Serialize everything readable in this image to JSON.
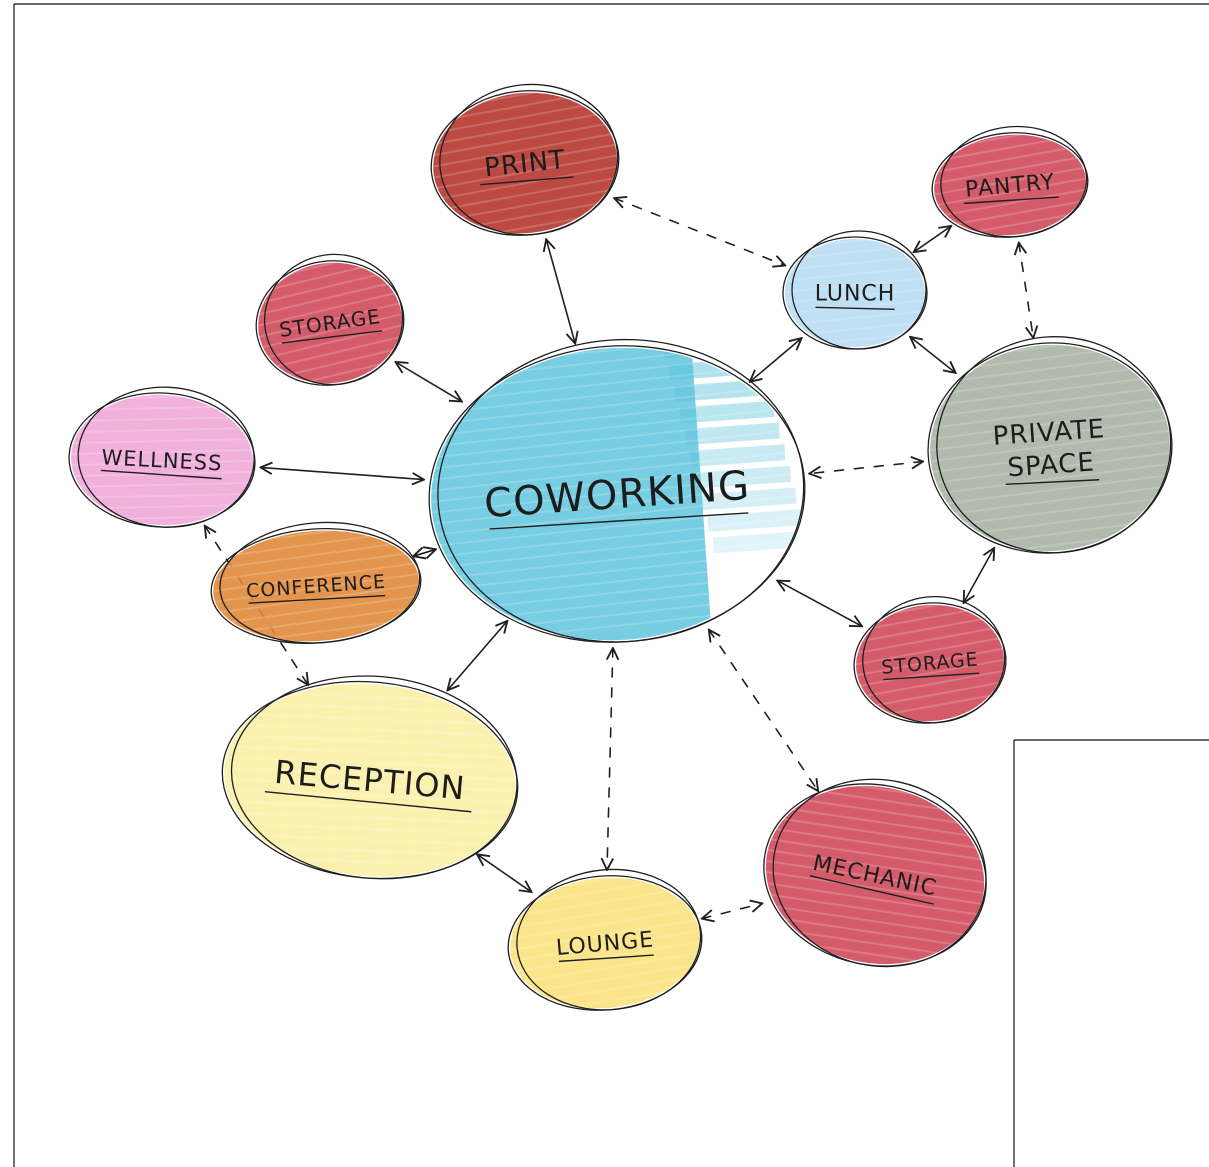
{
  "diagram": {
    "nodes": [
      {
        "id": "coworking",
        "label": "COWORKING",
        "lines": [
          "COWORKING"
        ],
        "color": "#5fc4dd"
      },
      {
        "id": "print",
        "label": "PRINT",
        "lines": [
          "PRINT"
        ],
        "color": "#b5362e"
      },
      {
        "id": "pantry",
        "label": "PANTRY",
        "lines": [
          "PANTRY"
        ],
        "color": "#cf4a5a"
      },
      {
        "id": "lunch",
        "label": "LUNCH",
        "lines": [
          "LUNCH"
        ],
        "color": "#b8dcf4"
      },
      {
        "id": "storage-1",
        "label": "STORAGE",
        "lines": [
          "STORAGE"
        ],
        "color": "#cf4a5a"
      },
      {
        "id": "wellness",
        "label": "WELLNESS",
        "lines": [
          "WELLNESS"
        ],
        "color": "#f0a8d8"
      },
      {
        "id": "private",
        "label": "PRIVATE SPACE",
        "lines": [
          "PRIVATE",
          "SPACE"
        ],
        "color": "#a7b3a4"
      },
      {
        "id": "conference",
        "label": "CONFERENCE",
        "lines": [
          "CONFERENCE"
        ],
        "color": "#e0883a"
      },
      {
        "id": "storage-2",
        "label": "STORAGE",
        "lines": [
          "STORAGE"
        ],
        "color": "#cf4a5a"
      },
      {
        "id": "reception",
        "label": "RECEPTION",
        "lines": [
          "RECEPTION"
        ],
        "color": "#fbf0a6"
      },
      {
        "id": "mechanic",
        "label": "MECHANIC",
        "lines": [
          "MECHANIC"
        ],
        "color": "#cf4a5a"
      },
      {
        "id": "lounge",
        "label": "LOUNGE",
        "lines": [
          "LOUNGE"
        ],
        "color": "#fbe27e"
      }
    ],
    "connections": [
      {
        "from": "print",
        "to": "coworking",
        "style": "solid"
      },
      {
        "from": "print",
        "to": "lunch",
        "style": "dashed"
      },
      {
        "from": "lunch",
        "to": "pantry",
        "style": "solid"
      },
      {
        "from": "lunch",
        "to": "coworking",
        "style": "solid"
      },
      {
        "from": "lunch",
        "to": "private",
        "style": "solid"
      },
      {
        "from": "pantry",
        "to": "private",
        "style": "dashed"
      },
      {
        "from": "storage-1",
        "to": "coworking",
        "style": "solid"
      },
      {
        "from": "wellness",
        "to": "coworking",
        "style": "solid"
      },
      {
        "from": "conference",
        "to": "coworking",
        "style": "solid"
      },
      {
        "from": "private",
        "to": "coworking",
        "style": "dashed"
      },
      {
        "from": "private",
        "to": "storage-2",
        "style": "solid"
      },
      {
        "from": "storage-2",
        "to": "coworking",
        "style": "solid"
      },
      {
        "from": "reception",
        "to": "coworking",
        "style": "solid"
      },
      {
        "from": "wellness",
        "to": "reception",
        "style": "dashed"
      },
      {
        "from": "reception",
        "to": "lounge",
        "style": "solid"
      },
      {
        "from": "coworking",
        "to": "lounge",
        "style": "dashed"
      },
      {
        "from": "coworking",
        "to": "mechanic",
        "style": "dashed"
      },
      {
        "from": "lounge",
        "to": "mechanic",
        "style": "dashed"
      }
    ]
  }
}
